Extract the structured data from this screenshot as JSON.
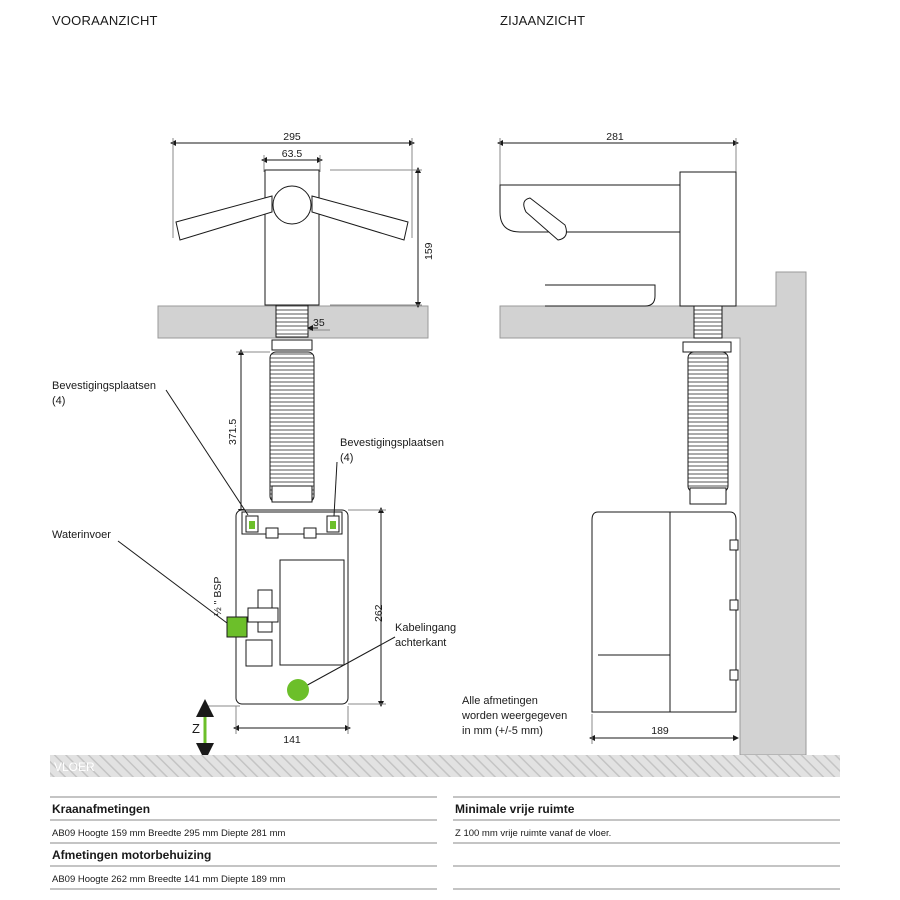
{
  "views": {
    "front_title": "VOORAANZICHT",
    "side_title": "ZIJAANZICHT"
  },
  "dimensions": {
    "front_width": "295",
    "center_width": "63.5",
    "tap_height": "159",
    "thread_width": "35",
    "hose_length": "371.5",
    "box_height": "262",
    "box_width": "141",
    "side_depth": "281",
    "side_box_depth": "189",
    "bsp": "½ \" BSP",
    "z": "Z"
  },
  "labels": {
    "mount_left_1": "Bevestigingsplaatsen",
    "mount_left_2": "(4)",
    "mount_right_1": "Bevestigingsplaatsen",
    "mount_right_2": "(4)",
    "water_inlet": "Waterinvoer",
    "cable_1": "Kabelingang",
    "cable_2": "achterkant",
    "note_1": "Alle afmetingen",
    "note_2": "worden weergegeven",
    "note_3": "in mm (+/-5 mm)",
    "floor": "VLOER"
  },
  "tables": {
    "tap_title": "Kraanafmetingen",
    "tap_row": "AB09 Hoogte 159 mm  Breedte 295 mm  Diepte  281 mm",
    "motor_title": "Afmetingen motorbehuizing",
    "motor_row": "AB09 Hoogte 262 mm  Breedte 141 mm  Diepte 189 mm",
    "clearance_title": "Minimale vrije ruimte",
    "clearance_row": "Z  100 mm vrije ruimte vanaf de vloer."
  },
  "colors": {
    "line": "#1a1a1a",
    "grey_fill": "#d2d2d2",
    "green": "#6cbf2a",
    "floor": "#e0e0e0"
  }
}
